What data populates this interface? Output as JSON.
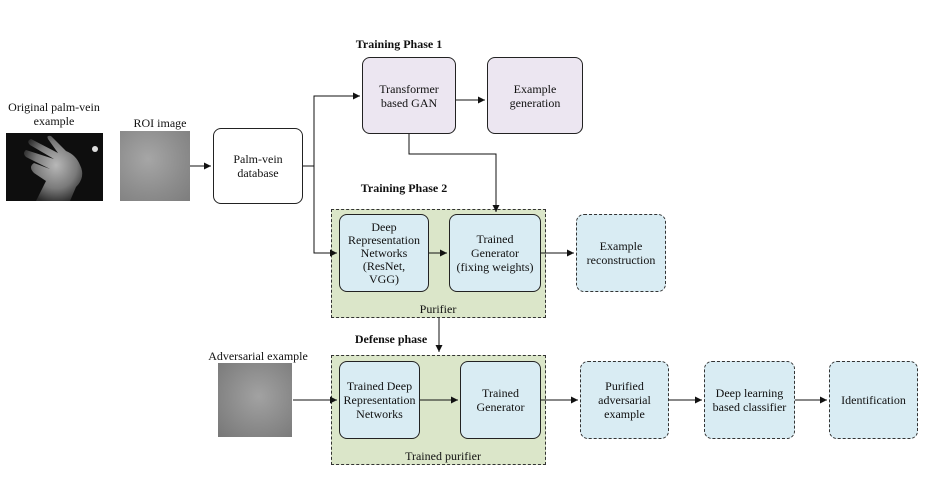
{
  "labels": {
    "original_palm": "Original palm-vein\nexample",
    "roi_image": "ROI image",
    "adversarial_example": "Adversarial example",
    "training_phase_1": "Training Phase 1",
    "training_phase_2": "Training Phase 2",
    "defense_phase": "Defense phase",
    "purifier": "Purifier",
    "trained_purifier": "Trained purifier"
  },
  "boxes": {
    "palm_vein_database": "Palm-vein\ndatabase",
    "transformer_gan": "Transformer\nbased GAN",
    "example_generation": "Example\ngeneration",
    "deep_rep_networks": "Deep\nRepresentation\nNetworks\n(ResNet,\nVGG)",
    "trained_generator_fixing": "Trained\nGenerator\n(fixing weights)",
    "example_reconstruction": "Example\nreconstruction",
    "trained_deep_rep": "Trained Deep\nRepresentation\nNetworks",
    "trained_generator": "Trained\nGenerator",
    "purified_adversarial": "Purified\nadversarial\nexample",
    "deep_learning_classifier": "Deep learning\nbased classifier",
    "identification": "Identification"
  },
  "colors": {
    "purple_box": "#ece6f1",
    "blue_box": "#d9ecf3",
    "green_region": "#dbe6c9"
  }
}
